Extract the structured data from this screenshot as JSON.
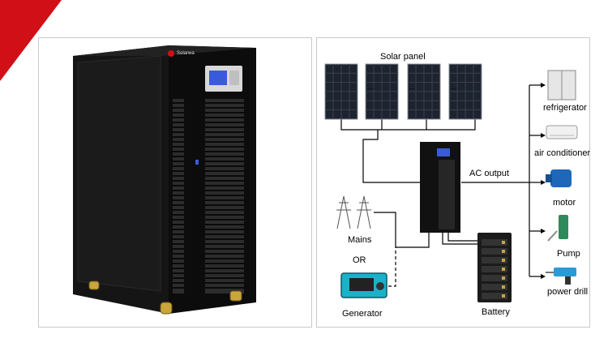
{
  "colors": {
    "accent_red": "#d10f16",
    "cabinet": "#101010",
    "screen": "#3a5bd9",
    "line": "#000000"
  },
  "product": {
    "logo_text": "Solarwa"
  },
  "diagram": {
    "solar_panel_label": "Solar panel",
    "ellipsis": "...",
    "ac_output_label": "AC output",
    "mains_label": "Mains",
    "or_label": "OR",
    "generator_label": "Generator",
    "battery_label": "Battery",
    "loads": [
      {
        "label": "refrigerator",
        "icon": "refrigerator-icon"
      },
      {
        "label": "air conditioner",
        "icon": "air-conditioner-icon"
      },
      {
        "label": "motor",
        "icon": "motor-icon"
      },
      {
        "label": "Pump",
        "icon": "pump-icon"
      },
      {
        "label": "power drill",
        "icon": "power-drill-icon"
      }
    ]
  }
}
